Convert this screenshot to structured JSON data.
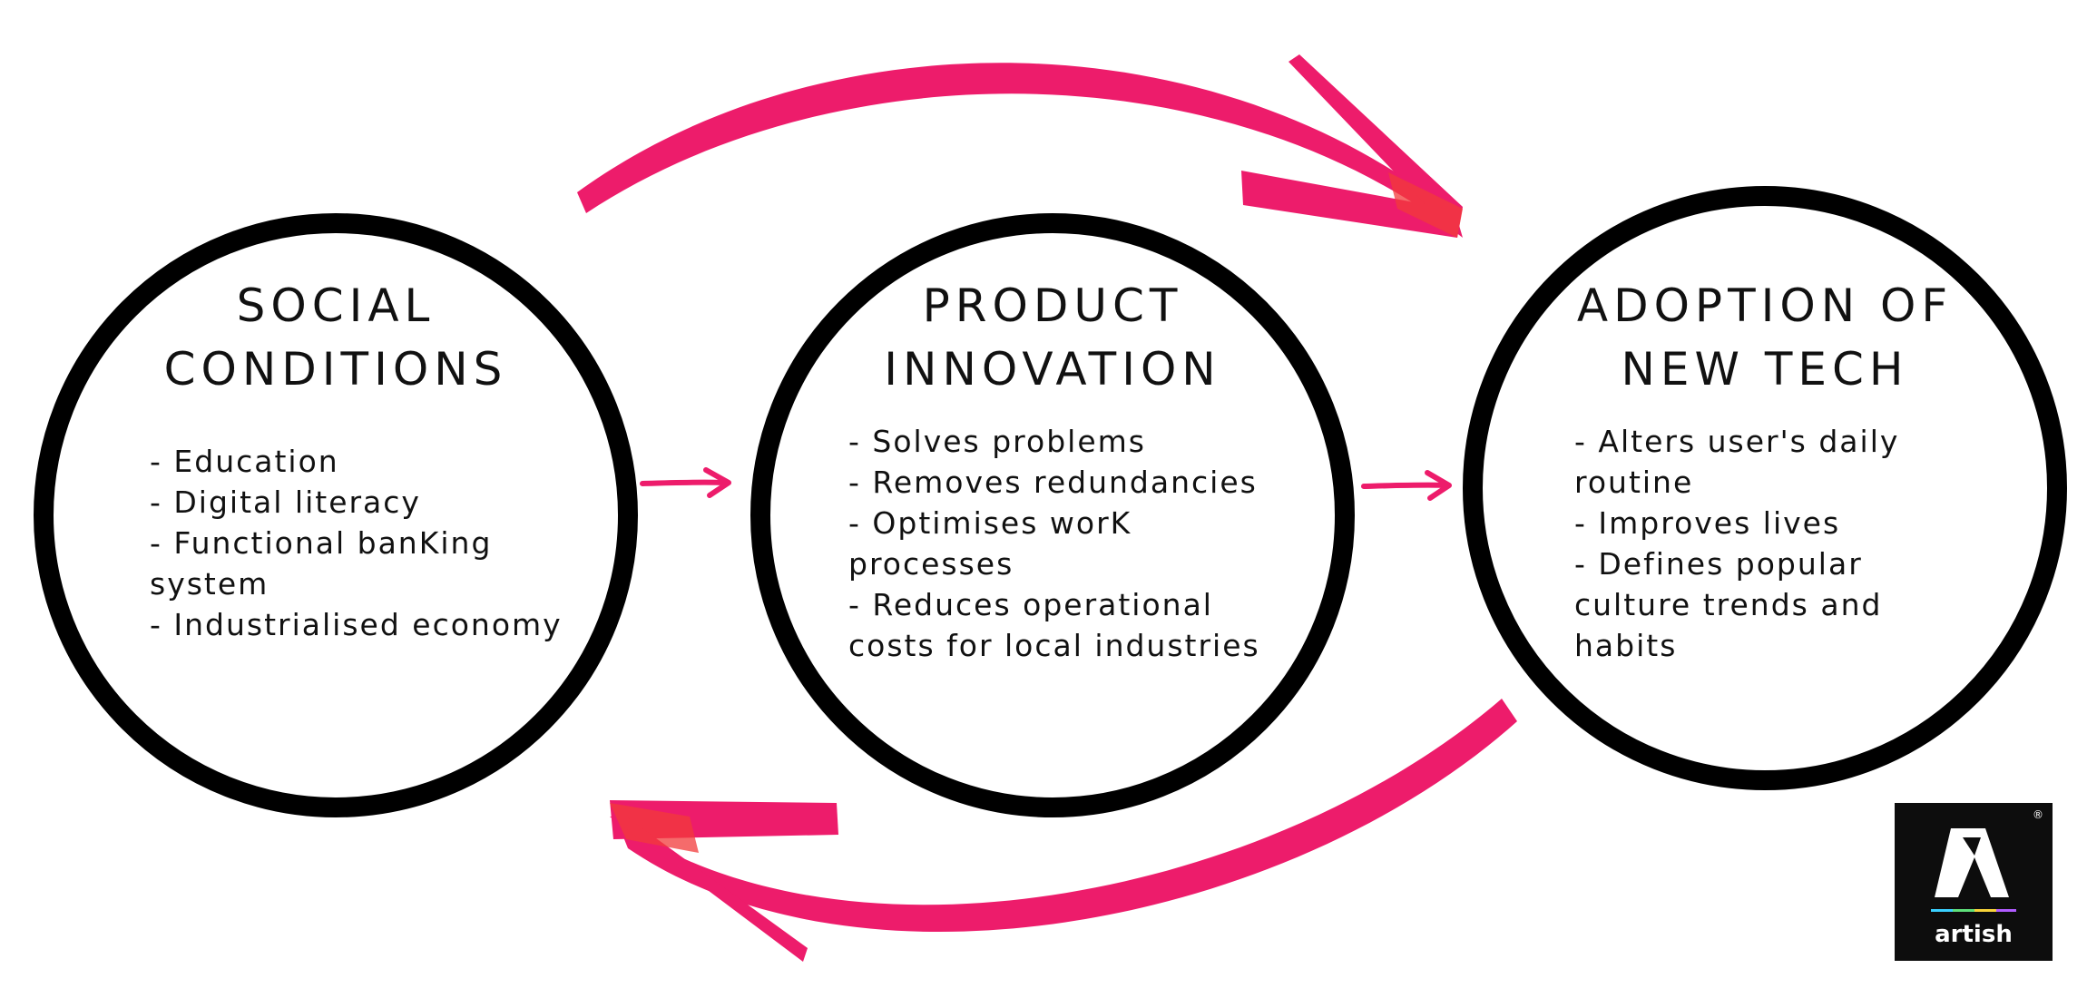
{
  "diagram": {
    "colors": {
      "circle_stroke": "#000000",
      "arrow": "#ed1c6b",
      "arrow_overlap": "#f23a3a",
      "text": "#111111",
      "logo_background": "#0d0d0d"
    },
    "nodes": [
      {
        "title_lines": [
          "SOCIAL",
          "CONDITIONS"
        ],
        "bullets": [
          "- Education",
          "- Digital literacy",
          "- Functional banKing system",
          "- Industrialised economy"
        ]
      },
      {
        "title_lines": [
          "PRODUCT",
          "INNOVATION"
        ],
        "bullets": [
          "- Solves problems",
          "- Removes redundancies",
          "- Optimises worK processes",
          "- Reduces operational costs for local industries"
        ]
      },
      {
        "title_lines": [
          "ADOPTION OF",
          "NEW TECH"
        ],
        "bullets": [
          "- Alters user's daily routine",
          "- Improves lives",
          "- Defines popular culture trends and habits"
        ]
      }
    ],
    "connections": [
      {
        "from": "SOCIAL CONDITIONS",
        "to": "PRODUCT INNOVATION",
        "style": "short-arrow"
      },
      {
        "from": "PRODUCT INNOVATION",
        "to": "ADOPTION OF NEW TECH",
        "style": "short-arrow"
      },
      {
        "from": "SOCIAL CONDITIONS",
        "to": "ADOPTION OF NEW TECH",
        "style": "curved-brush-arrow-top"
      },
      {
        "from": "ADOPTION OF NEW TECH",
        "to": "SOCIAL CONDITIONS",
        "style": "curved-brush-arrow-bottom"
      }
    ]
  },
  "logo": {
    "label": "artish",
    "mark": "®"
  }
}
